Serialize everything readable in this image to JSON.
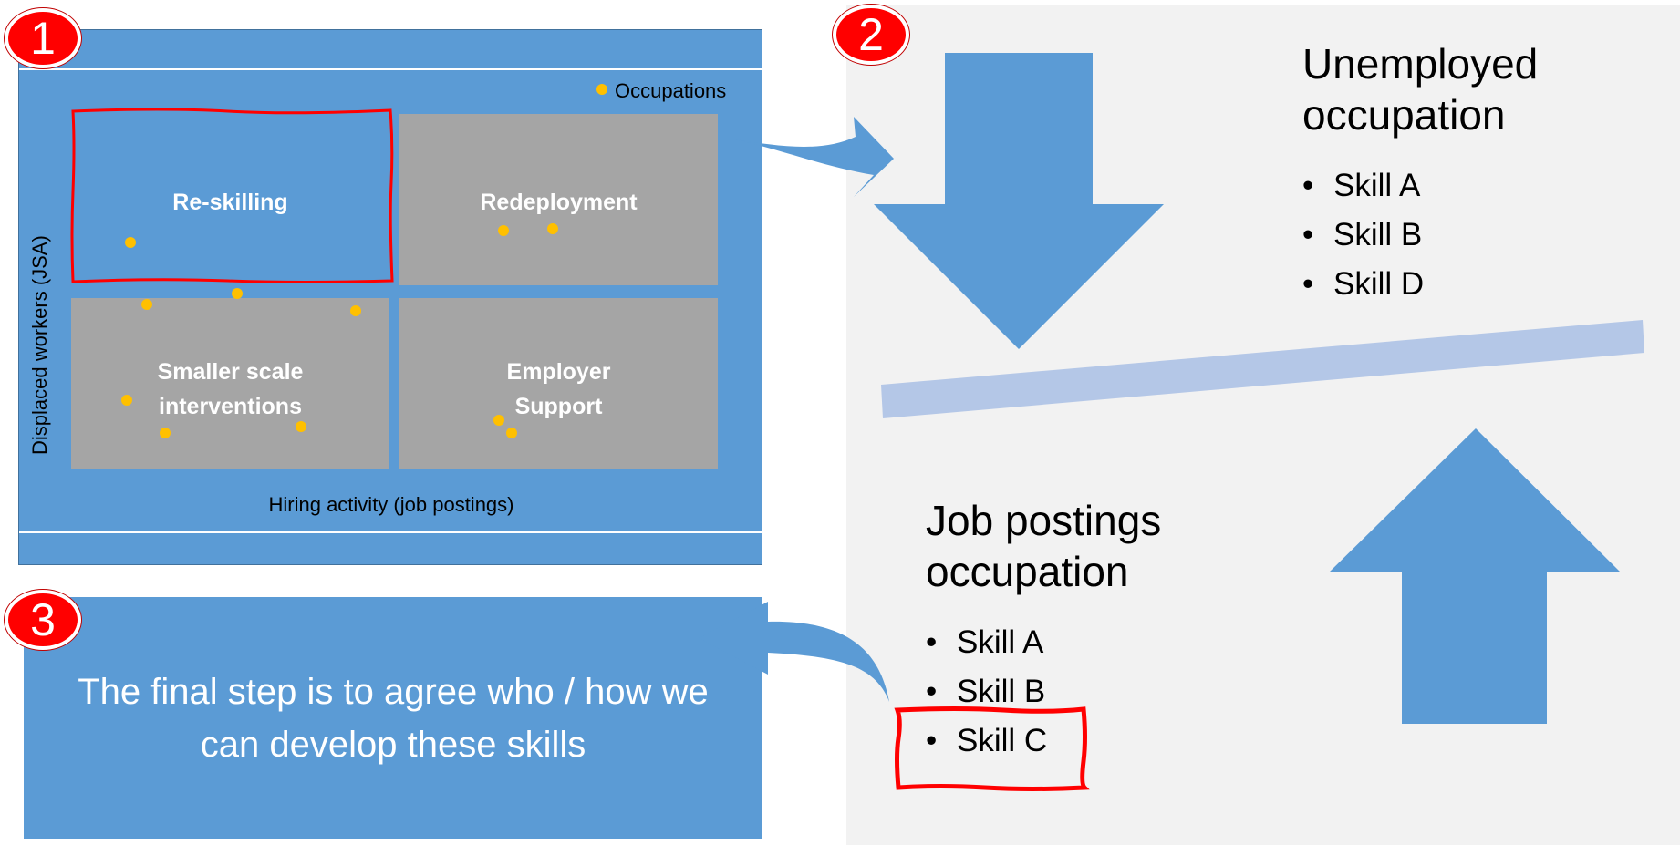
{
  "badges": [
    "1",
    "2",
    "3"
  ],
  "matrix": {
    "legend_label": "Occupations",
    "y_axis_label": "Displaced workers (JSA)",
    "x_axis_label": "Hiring activity (job postings)",
    "quadrants": {
      "reskilling": "Re-skilling",
      "redeployment": "Redeployment",
      "smaller_scale": [
        "Smaller scale",
        "interventions"
      ],
      "employer_support": [
        "Employer",
        "Support"
      ]
    }
  },
  "comparison": {
    "unemployed_heading": [
      "Unemployed",
      "occupation"
    ],
    "unemployed_skills": [
      "Skill A",
      "Skill B",
      "Skill D"
    ],
    "jobs_heading": [
      "Job postings",
      "occupation"
    ],
    "job_skills": [
      "Skill A",
      "Skill B",
      "Skill C"
    ],
    "bullet": "•"
  },
  "final_step": [
    "The final step is to agree who / how we",
    "can develop these skills"
  ],
  "colors": {
    "panel_blue": "#5B9BD5",
    "quad_gray": "#A5A5A5",
    "dot_yellow": "#FFC000",
    "highlight_red": "#FF0000",
    "beam": "#B4C7E7",
    "panel_light": "#F2F2F2"
  }
}
